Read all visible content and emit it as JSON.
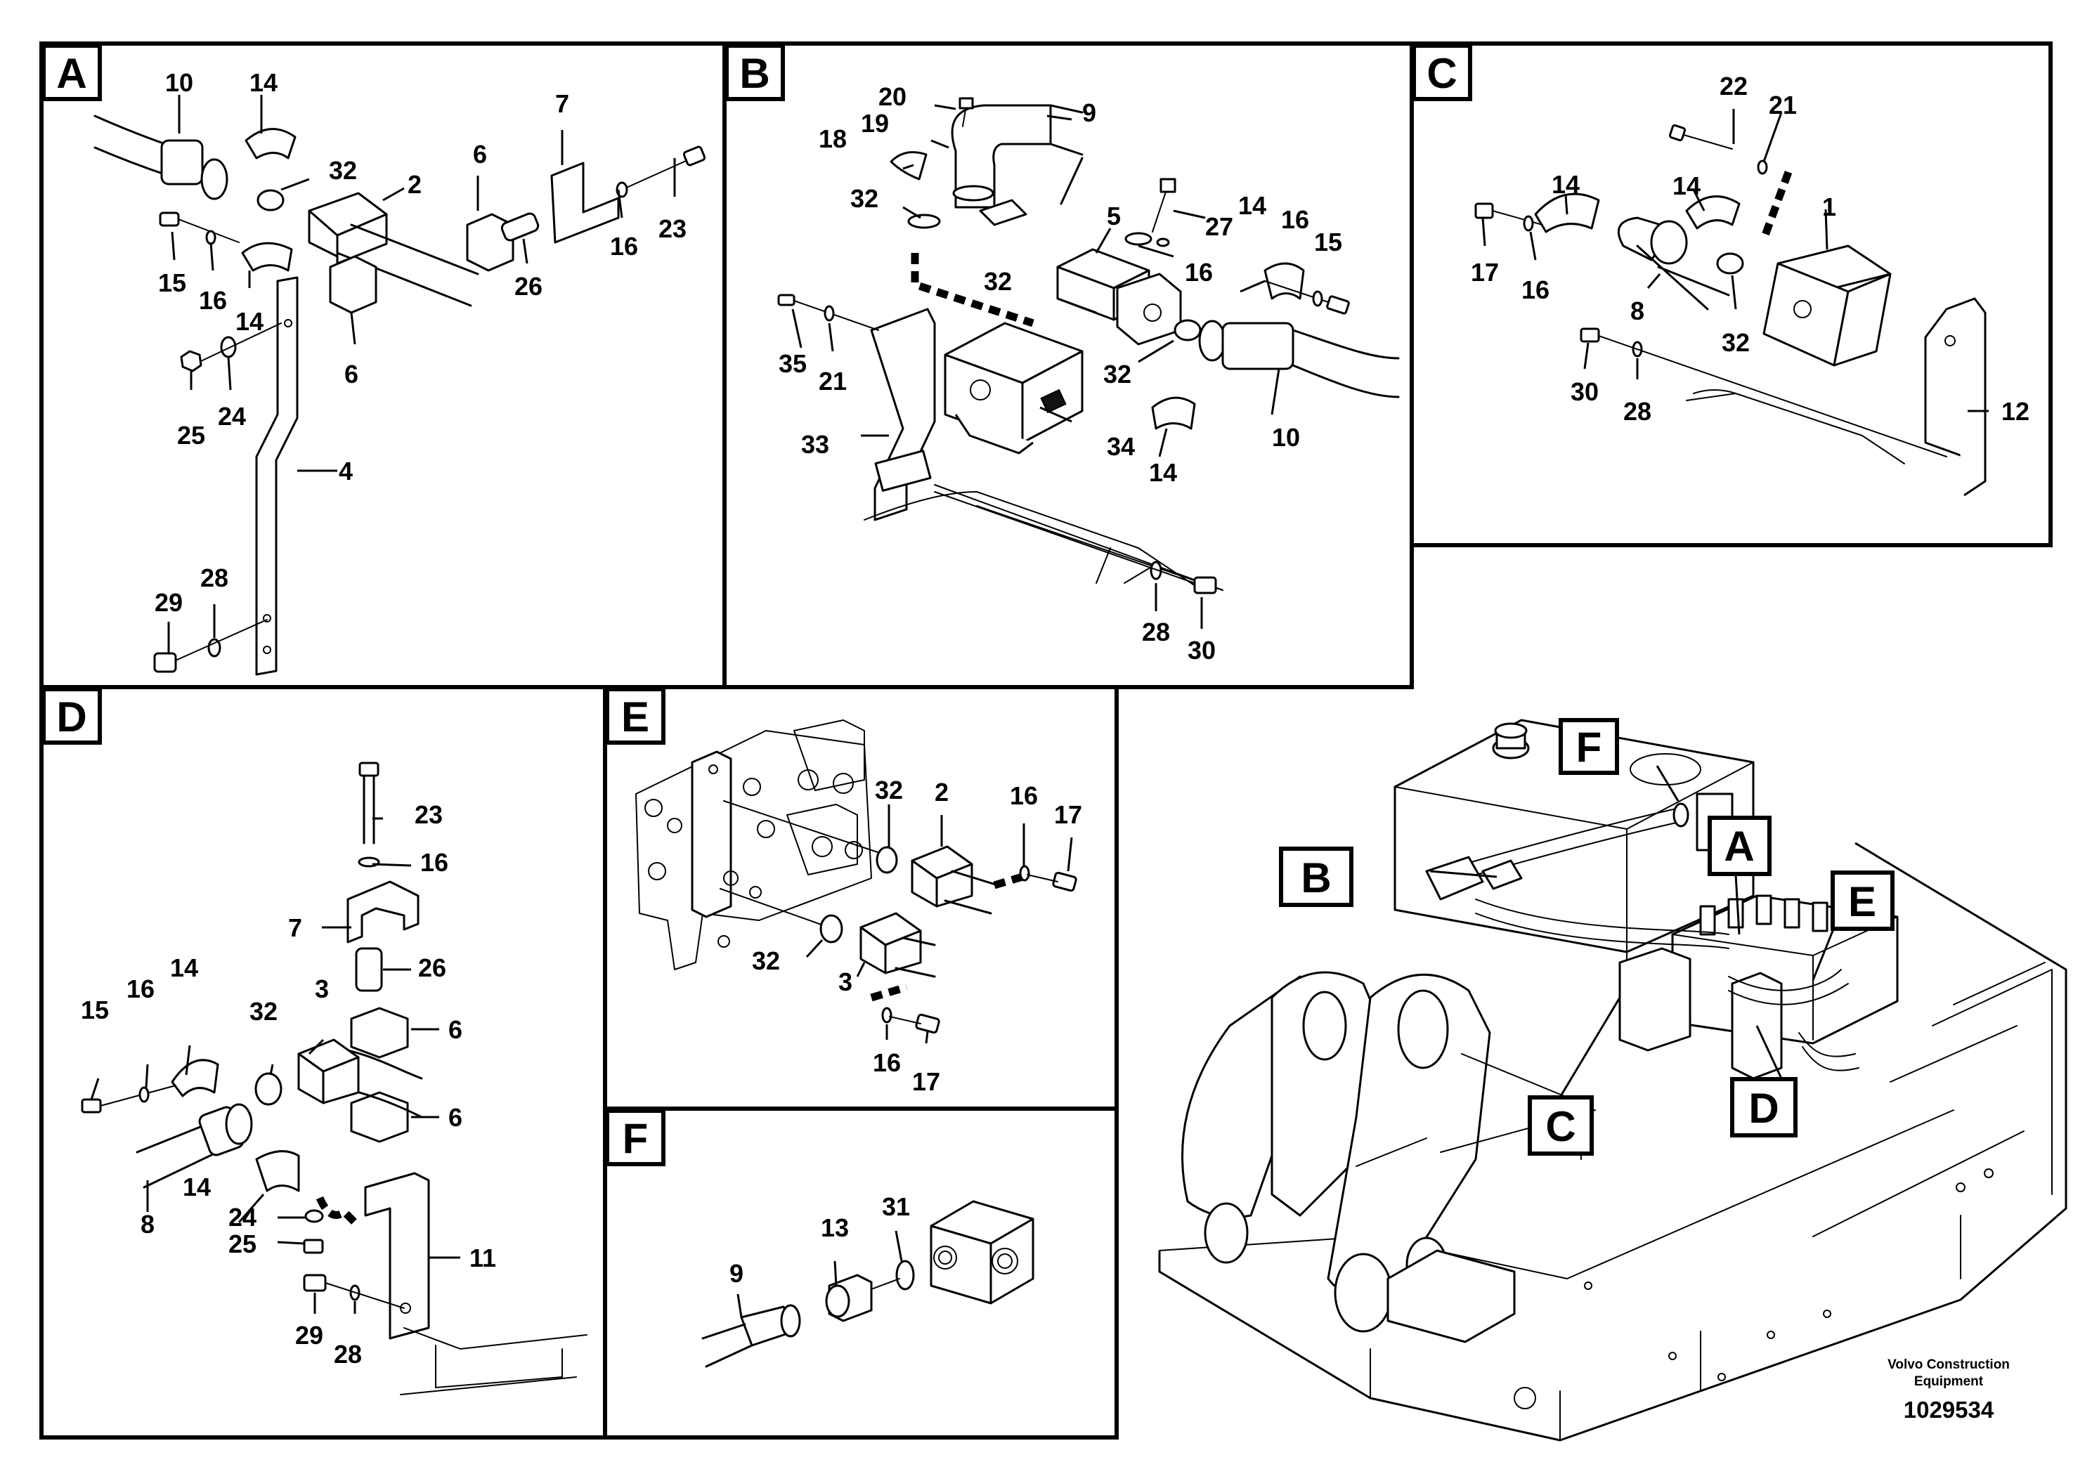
{
  "panels": {
    "A": {
      "label": "A",
      "callouts": [
        "10",
        "14",
        "32",
        "2",
        "6",
        "7",
        "23",
        "16",
        "26",
        "15",
        "16",
        "14",
        "6",
        "25",
        "24",
        "4",
        "29",
        "28"
      ]
    },
    "B": {
      "label": "B",
      "callouts": [
        "20",
        "9",
        "18",
        "19",
        "32",
        "5",
        "27",
        "14",
        "16",
        "15",
        "16",
        "32",
        "35",
        "21",
        "32",
        "10",
        "33",
        "34",
        "14",
        "28",
        "30"
      ]
    },
    "C": {
      "label": "C",
      "callouts": [
        "22",
        "21",
        "14",
        "14",
        "1",
        "17",
        "16",
        "8",
        "32",
        "30",
        "28",
        "12"
      ]
    },
    "D": {
      "label": "D",
      "callouts": [
        "23",
        "16",
        "7",
        "26",
        "14",
        "16",
        "15",
        "3",
        "32",
        "6",
        "6",
        "8",
        "14",
        "24",
        "25",
        "11",
        "29",
        "28"
      ]
    },
    "E": {
      "label": "E",
      "callouts": [
        "32",
        "2",
        "16",
        "17",
        "32",
        "3",
        "16",
        "17"
      ]
    },
    "F": {
      "label": "F",
      "callouts": [
        "13",
        "31",
        "9"
      ]
    }
  },
  "overview": {
    "labels": [
      "F",
      "B",
      "A",
      "E",
      "C",
      "D"
    ]
  },
  "footer": {
    "brand_line1": "Volvo Construction",
    "brand_line2": "Equipment",
    "doc_number": "1029534"
  }
}
